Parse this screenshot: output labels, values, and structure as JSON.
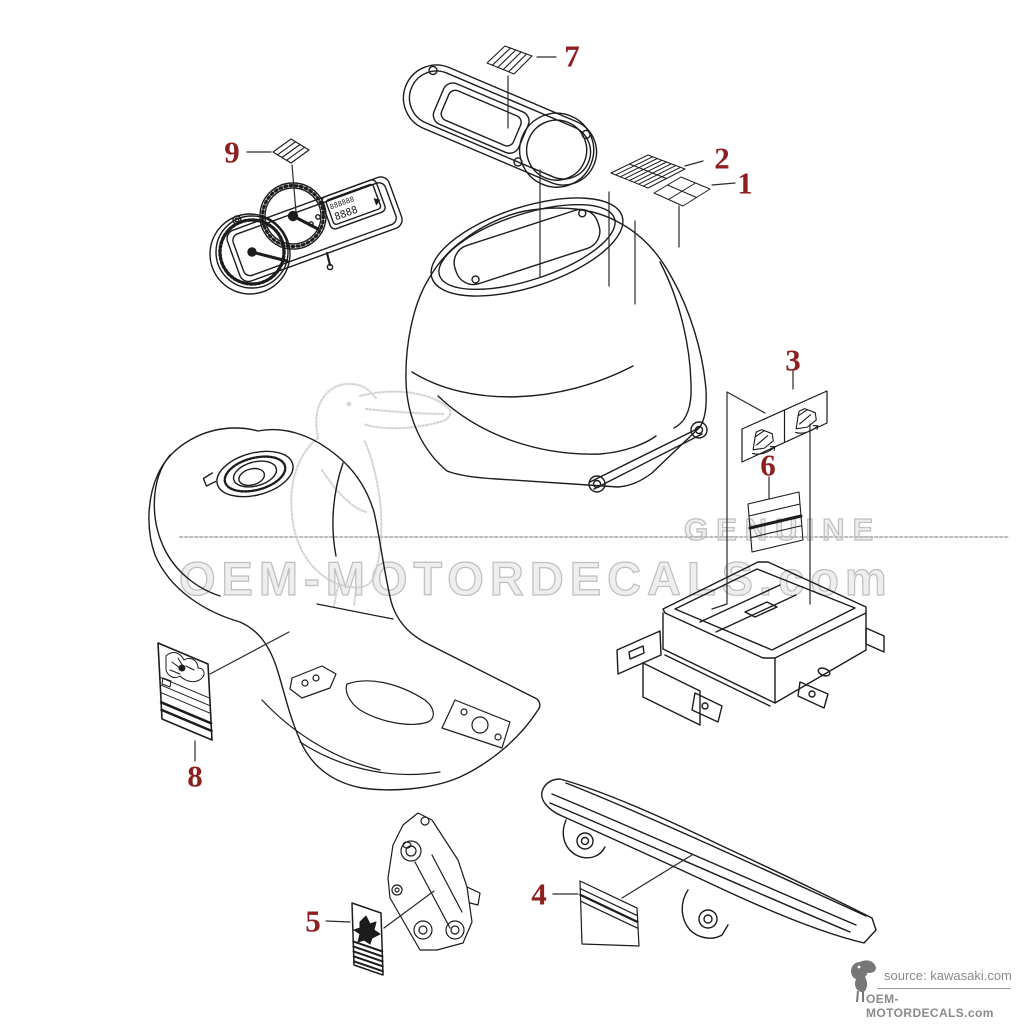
{
  "callouts": {
    "c1": "1",
    "c2": "2",
    "c3": "3",
    "c4": "4",
    "c5": "5",
    "c6": "6",
    "c7": "7",
    "c8": "8",
    "c9": "9"
  },
  "callout_color": "#8e1f1f",
  "cluster_lcd": {
    "row1": "888888",
    "row2": "8888"
  },
  "watermark": {
    "genuine": "GENUINE",
    "brand": "OEM-MOTORDECALS.com",
    "color": "#c4c4c4",
    "logo_icon": "toucan-watermark-icon"
  },
  "footer": {
    "source": "source: kawasaki.com",
    "brand": "OEM-MOTORDECALS.com",
    "text_color": "#8a8a8a",
    "logo_icon": "toucan-logo-icon"
  },
  "line_color": "#1c1c1c",
  "background": "#ffffff"
}
